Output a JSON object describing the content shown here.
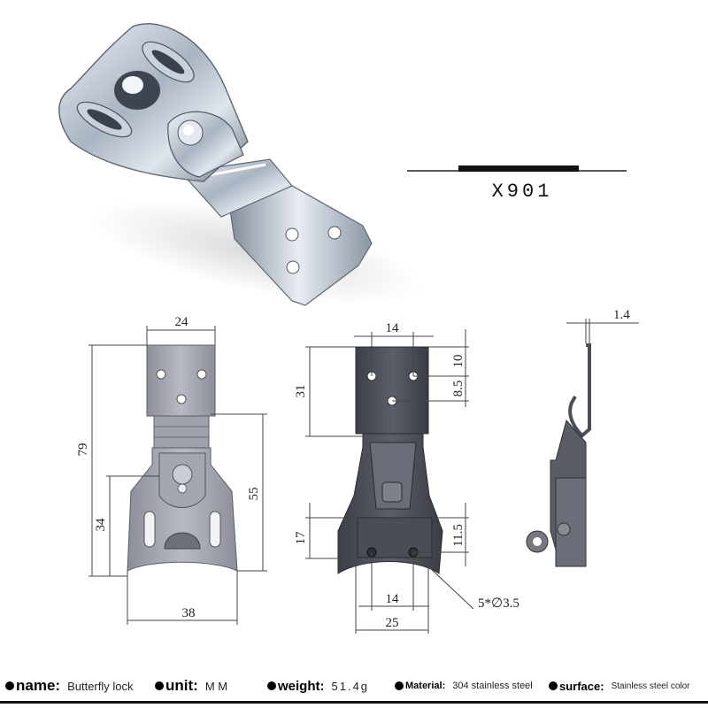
{
  "product": {
    "model": "X901"
  },
  "dimensions": {
    "front_width": "24",
    "front_total_height": "79",
    "front_lower_height": "34",
    "front_right_height": "55",
    "front_base_width": "38",
    "back_hole_spacing": "14",
    "back_top_offset": "10",
    "back_row_offset": "8.5",
    "back_upper_height": "31",
    "back_lower_height": "17",
    "back_lower_offset": "11.5",
    "back_bottom_hole_spacing": "14",
    "back_base_width": "25",
    "back_holes": "5*∅3.5",
    "side_thickness": "1.4"
  },
  "specs": {
    "name_label": "name:",
    "name_value": "Butterfly lock",
    "unit_label": "unit:",
    "unit_value": "M M",
    "weight_label": "weight:",
    "weight_value": "51.4g",
    "material_label": "Material:",
    "material_value": "304 stainless steel",
    "surface_label": "surface:",
    "surface_value": "Stainless steel color"
  }
}
